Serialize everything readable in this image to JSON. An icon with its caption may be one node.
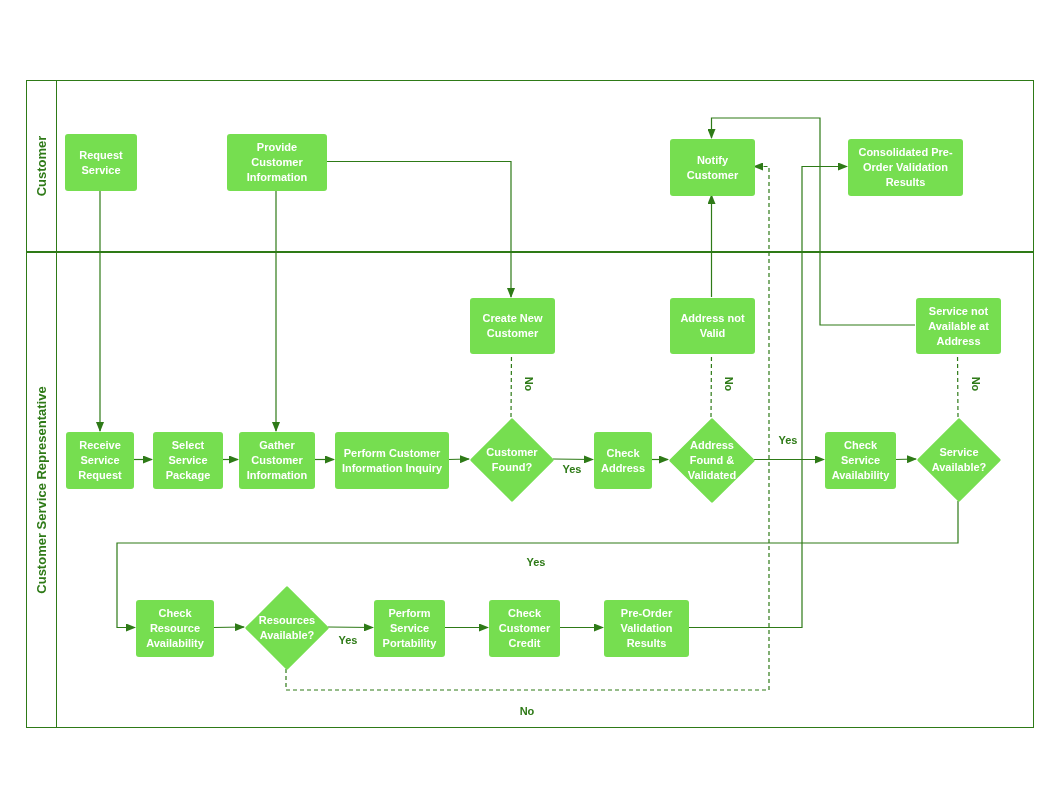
{
  "diagram": {
    "nodes": [
      {
        "text": [
          "Customer"
        ]
      },
      {
        "text": [
          "Customer Service Representative"
        ]
      },
      {
        "text": [
          "Request Service"
        ],
        "in": 0
      },
      {
        "text": [
          "Provide Customer Information"
        ],
        "in": 0
      },
      {
        "text": [
          "Notify Customer"
        ],
        "in": 0
      },
      {
        "text": [
          "Consolidated Pre-Order Validation Results"
        ],
        "in": 0
      },
      {
        "text": [
          "Create New Customer"
        ],
        "in": 1
      },
      {
        "text": [
          "Address not Valid"
        ],
        "in": 1
      },
      {
        "text": [
          "Service not Available at Address"
        ],
        "in": 1
      },
      {
        "text": [
          "Receive Service Request"
        ],
        "in": 1
      },
      {
        "text": [
          "Select Service Package"
        ],
        "in": 1
      },
      {
        "text": [
          "Gather Customer Information"
        ],
        "in": 1
      },
      {
        "text": [
          "Perform Customer Information Inquiry"
        ],
        "in": 1
      },
      {
        "text": [
          "Customer Found?"
        ],
        "in": 1
      },
      {
        "text": [
          "Check Address"
        ],
        "in": 1
      },
      {
        "text": [
          "Address Found & Validated"
        ],
        "in": 1
      },
      {
        "text": [
          "Check Service Availability"
        ],
        "in": 1
      },
      {
        "text": [
          "Service Available?"
        ],
        "in": 1
      },
      {
        "text": [
          "Check Resource Availability"
        ],
        "in": 1
      },
      {
        "text": [
          "Resources Available?"
        ],
        "in": 1
      },
      {
        "text": [
          "Perform Service Portability"
        ],
        "in": 1
      },
      {
        "text": [
          "Check Customer Credit"
        ],
        "in": 1
      },
      {
        "text": [
          "Pre-Order Validation Results"
        ],
        "in": 1
      }
    ],
    "edges": [
      {
        "from": 2,
        "to": 9,
        "arrow": "to"
      },
      {
        "from": 3,
        "to": 11,
        "arrow": "to"
      },
      {
        "from": 3,
        "to": 6,
        "arrow": "to"
      },
      {
        "from": 9,
        "to": 10,
        "arrow": "to"
      },
      {
        "from": 10,
        "to": 11,
        "arrow": "to"
      },
      {
        "from": 11,
        "to": 12,
        "arrow": "to"
      },
      {
        "from": 12,
        "to": 13,
        "arrow": "to"
      },
      {
        "from": 13,
        "to": 14,
        "arrow": "to",
        "label": "Yes"
      },
      {
        "from": 13,
        "to": 6,
        "arrow": "none",
        "label": "No",
        "style": "dashed"
      },
      {
        "from": 14,
        "to": 15,
        "arrow": "to"
      },
      {
        "from": 15,
        "to": 7,
        "arrow": "none",
        "label": "No",
        "style": "dashed"
      },
      {
        "from": 7,
        "to": 4,
        "arrow": "to"
      },
      {
        "from": 15,
        "to": 16,
        "arrow": "to",
        "label": "Yes"
      },
      {
        "from": 16,
        "to": 17,
        "arrow": "to"
      },
      {
        "from": 17,
        "to": 8,
        "arrow": "none",
        "label": "No",
        "style": "dashed"
      },
      {
        "from": 8,
        "to": 4,
        "arrow": "to"
      },
      {
        "from": 17,
        "to": 18,
        "arrow": "to",
        "label": "Yes"
      },
      {
        "from": 18,
        "to": 19,
        "arrow": "to"
      },
      {
        "from": 19,
        "to": 20,
        "arrow": "to",
        "label": "Yes"
      },
      {
        "from": 20,
        "to": 21,
        "arrow": "to"
      },
      {
        "from": 21,
        "to": 22,
        "arrow": "to"
      },
      {
        "from": 22,
        "to": 5,
        "arrow": "to"
      },
      {
        "from": 19,
        "to": 4,
        "arrow": "to",
        "label": "No",
        "style": "dashed"
      }
    ]
  }
}
